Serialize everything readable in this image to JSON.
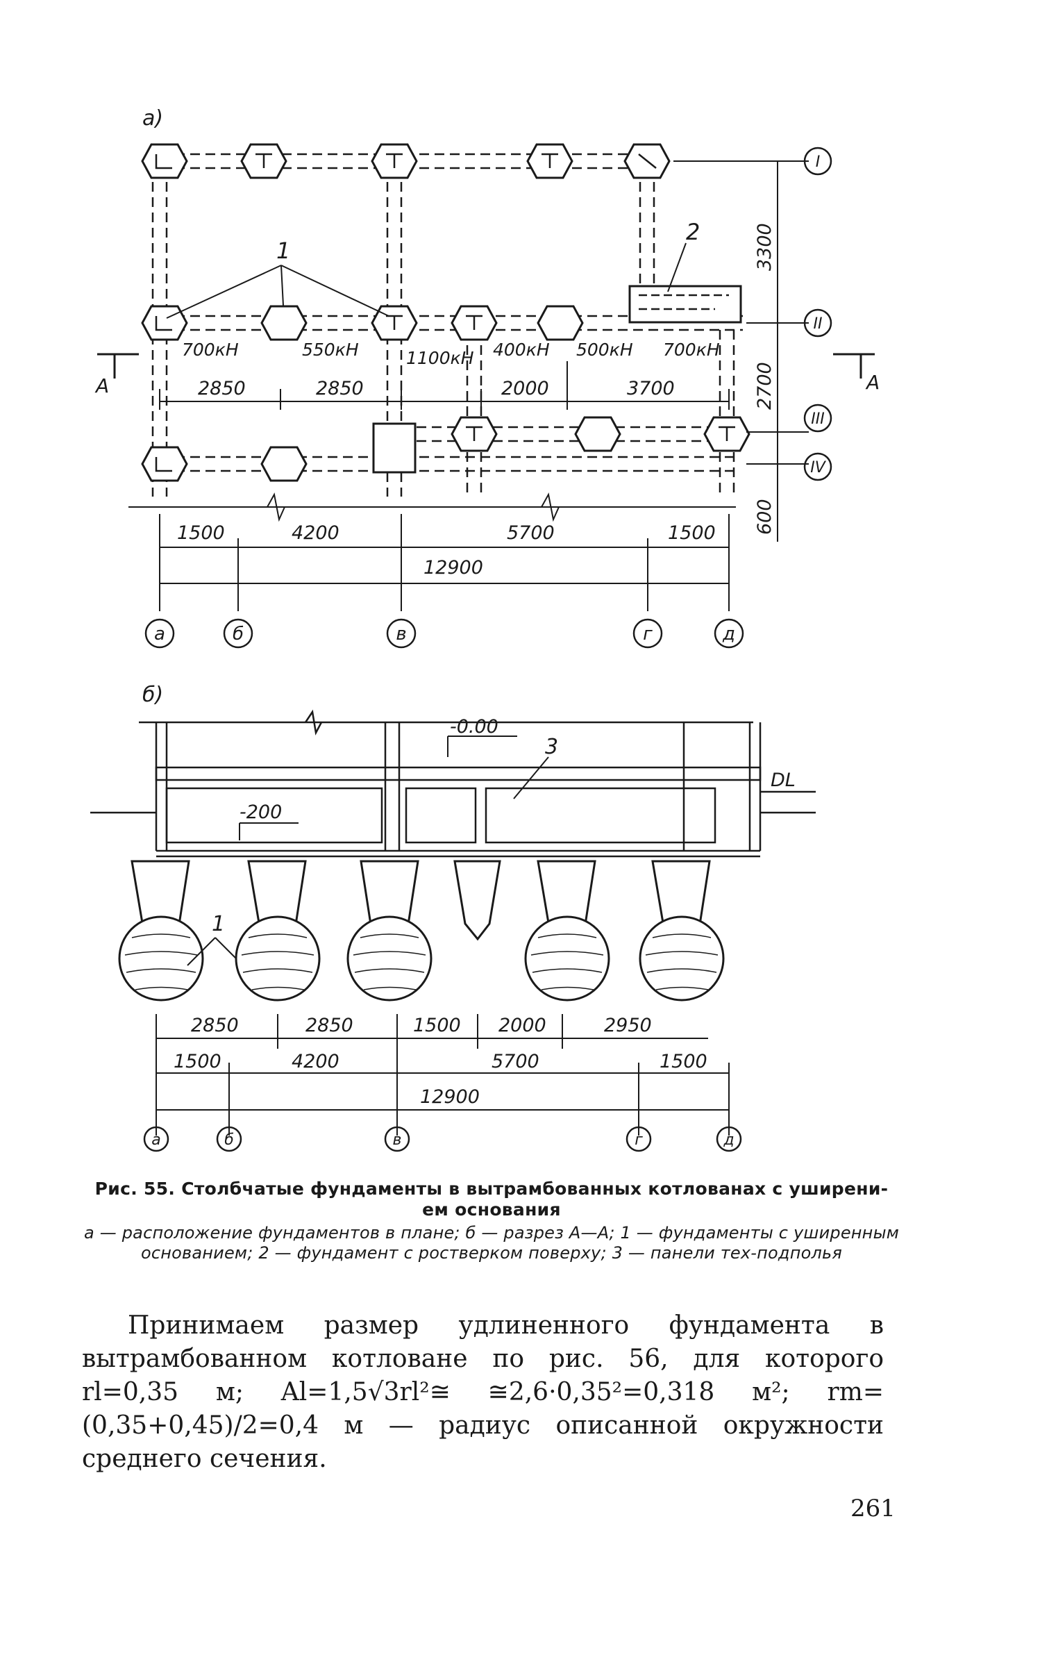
{
  "figure": {
    "panel_a_label": "a)",
    "panel_b_label": "б)",
    "plan": {
      "loads": [
        "700кН",
        "550кН",
        "1100кН",
        "400кН",
        "500кН",
        "700кН"
      ],
      "bottom_dims": [
        "1500",
        "4200",
        "5700",
        "1500"
      ],
      "total_dim": "12900",
      "upper_dims": [
        "2850",
        "2850",
        "2000",
        "3700"
      ],
      "vertical_dims": [
        "3300",
        "2700",
        "600"
      ],
      "row_axes": [
        "I",
        "II",
        "III",
        "IV"
      ],
      "col_axes": [
        "а",
        "б",
        "в",
        "г",
        "д"
      ],
      "callout_1": "1",
      "callout_2": "2",
      "section_mark": "A"
    },
    "section": {
      "level_top": "-0.00",
      "level_bottom": "-200",
      "dl_label": "DL",
      "callout_1": "1",
      "callout_3": "3",
      "upper_dims": [
        "2850",
        "2850",
        "1500",
        "2000",
        "2950"
      ],
      "middle_dims": [
        "1500",
        "4200",
        "5700",
        "1500"
      ],
      "total_dim": "12900",
      "col_axes": [
        "а",
        "б",
        "в",
        "г",
        "д"
      ]
    }
  },
  "caption": {
    "title": "Рис. 55. Столбчатые фундаменты в вытрамбованных котлованах с уширени-ем основания",
    "legend": "а — расположение фундаментов в плане; б — разрез А—А; 1 — фундаменты с уширенным основанием; 2 — фундамент с ростверком поверху; 3 — панели тех-подполья"
  },
  "body": {
    "paragraph": "Принимаем размер удлиненного фундамента в вытрамбованном котловане по рис. 56, для которого rl=0,35 м; Al=1,5√3rl²≅ ≅2,6·0,35²=0,318 м²; rm=(0,35+0,45)/2=0,4 м — радиус описанной окружности среднего сечения."
  },
  "page_number": "261"
}
